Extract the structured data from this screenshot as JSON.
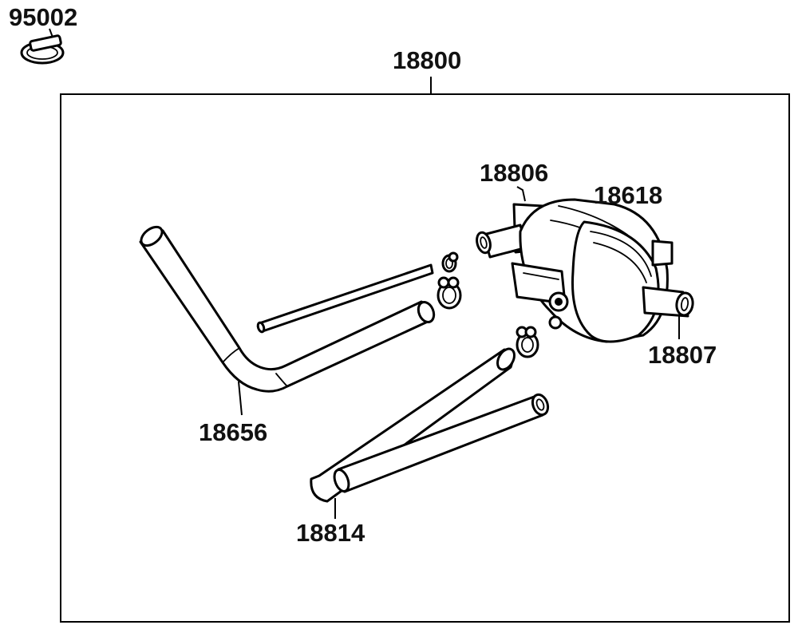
{
  "labels": {
    "clamp": "95002",
    "assembly": "18800",
    "inlet_pipe": "18806",
    "canister_body": "18618",
    "outlet_pipe": "18807",
    "hose_upper": "18656",
    "hose_lower": "18814"
  },
  "colors": {
    "line": "#000000",
    "fill": "#ffffff",
    "text": "#111111"
  }
}
